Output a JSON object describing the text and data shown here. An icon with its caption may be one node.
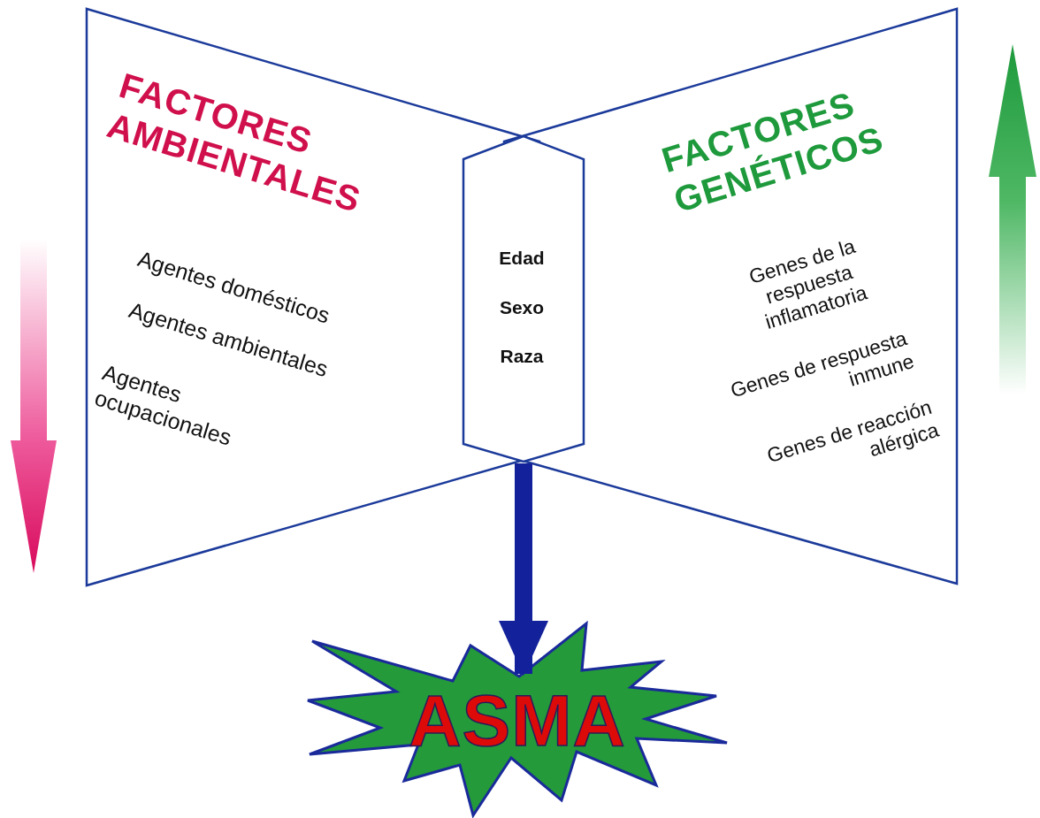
{
  "diagram": {
    "nodes": [
      {
        "text": [
          "FACTORES AMBIENTALES",
          "Agentes domésticos",
          "Agentes ambientales",
          "Agentes ocupacionales"
        ]
      },
      {
        "text": [
          "Edad",
          "Sexo",
          "Raza"
        ]
      },
      {
        "text": [
          "FACTORES GENÉTICOS",
          "Genes de la respuesta inflamatoria",
          "Genes de respuesta inmune",
          "Genes de reacción alérgica"
        ]
      },
      {
        "text": [
          "ASMA"
        ]
      }
    ],
    "edges": [
      {
        "from": 1,
        "to": 3,
        "arrow": "to"
      }
    ]
  }
}
